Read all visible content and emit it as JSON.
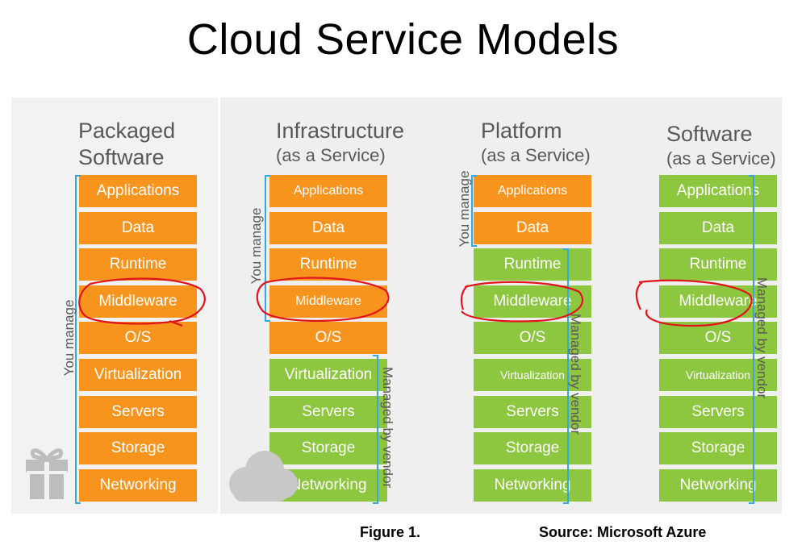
{
  "title": "Cloud Service Models",
  "columns": [
    {
      "title_line1": "Packaged",
      "title_line2": "Software",
      "brackets": [
        {
          "label": "You manage"
        }
      ],
      "layers": [
        {
          "label": "Applications",
          "color": "orange"
        },
        {
          "label": "Data",
          "color": "orange"
        },
        {
          "label": "Runtime",
          "color": "orange"
        },
        {
          "label": "Middleware",
          "color": "orange"
        },
        {
          "label": "O/S",
          "color": "orange"
        },
        {
          "label": "Virtualization",
          "color": "orange"
        },
        {
          "label": "Servers",
          "color": "orange"
        },
        {
          "label": "Storage",
          "color": "orange"
        },
        {
          "label": "Networking",
          "color": "orange"
        }
      ]
    },
    {
      "title_line1": "Infrastructure",
      "title_line2": "(as a Service)",
      "brackets": [
        {
          "label": "You manage"
        },
        {
          "label": "Managed by vendor"
        }
      ],
      "layers": [
        {
          "label": "Applications",
          "color": "orange"
        },
        {
          "label": "Data",
          "color": "orange"
        },
        {
          "label": "Runtime",
          "color": "orange"
        },
        {
          "label": "Middleware",
          "color": "orange"
        },
        {
          "label": "O/S",
          "color": "orange"
        },
        {
          "label": "Virtualization",
          "color": "green"
        },
        {
          "label": "Servers",
          "color": "green"
        },
        {
          "label": "Storage",
          "color": "green"
        },
        {
          "label": "Networking",
          "color": "green"
        }
      ]
    },
    {
      "title_line1": "Platform",
      "title_line2": "(as a Service)",
      "brackets": [
        {
          "label": "You manage"
        },
        {
          "label": "Managed by vendor"
        }
      ],
      "layers": [
        {
          "label": "Applications",
          "color": "orange"
        },
        {
          "label": "Data",
          "color": "orange"
        },
        {
          "label": "Runtime",
          "color": "green"
        },
        {
          "label": "Middleware",
          "color": "green"
        },
        {
          "label": "O/S",
          "color": "green"
        },
        {
          "label": "Virtualization",
          "color": "green"
        },
        {
          "label": "Servers",
          "color": "green"
        },
        {
          "label": "Storage",
          "color": "green"
        },
        {
          "label": "Networking",
          "color": "green"
        }
      ]
    },
    {
      "title_line1": "Software",
      "title_line2": "(as a Service)",
      "brackets": [
        {
          "label": "Managed by vendor"
        }
      ],
      "layers": [
        {
          "label": "Applications",
          "color": "green"
        },
        {
          "label": "Data",
          "color": "green"
        },
        {
          "label": "Runtime",
          "color": "green"
        },
        {
          "label": "Middleware",
          "color": "green"
        },
        {
          "label": "O/S",
          "color": "green"
        },
        {
          "label": "Virtualization",
          "color": "green"
        },
        {
          "label": "Servers",
          "color": "green"
        },
        {
          "label": "Storage",
          "color": "green"
        },
        {
          "label": "Networking",
          "color": "green"
        }
      ]
    }
  ],
  "colors": {
    "orange": "#f7941d",
    "green": "#8dc63f",
    "bracket": "#35a7dc",
    "annotation": "#e0141c"
  },
  "icons": {
    "packaged": "gift-icon",
    "cloud": "cloud-icon"
  },
  "caption": {
    "figure": "Figure 1.",
    "source": "Source: Microsoft Azure"
  }
}
